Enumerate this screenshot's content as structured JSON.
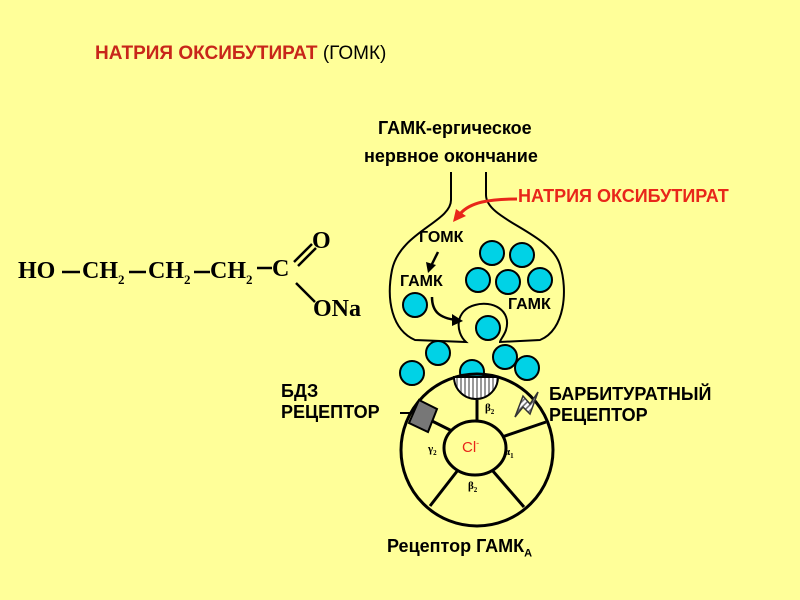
{
  "title": {
    "main": "НАТРИЯ ОКСИБУТИРАТ",
    "paren": "(ГОМК)"
  },
  "terminal_label": {
    "line1": "ГАМК-ергическое",
    "line2": "нервное окончание"
  },
  "drug_label": "НАТРИЯ ОКСИБУТИРАТ",
  "formula": {
    "ho": "HO",
    "ch": "CH",
    "sub2": "2",
    "c": "C",
    "o": "O",
    "ona": "ONa"
  },
  "terminal": {
    "gomk": "ГОМК",
    "gamk_left": "ГАМК",
    "gamk_right": "ГАМК"
  },
  "receptor": {
    "bdz": {
      "line1": "БДЗ",
      "line2": "РЕЦЕПТОР"
    },
    "barb": {
      "line1": "БАРБИТУРАТНЫЙ",
      "line2": "РЕЦЕПТОР"
    },
    "cl": "Cl",
    "cl_sup": "-",
    "subunits": {
      "beta_top": "β",
      "gamma": "γ",
      "alpha": "α",
      "beta_bottom": "β",
      "sub2": "2",
      "sub1": "1"
    },
    "caption": "Рецептор ГАМК",
    "caption_sub": "А"
  },
  "colors": {
    "background": "#FFFF99",
    "accent_red": "#E8261A",
    "vesicle": "#00D2E6"
  }
}
